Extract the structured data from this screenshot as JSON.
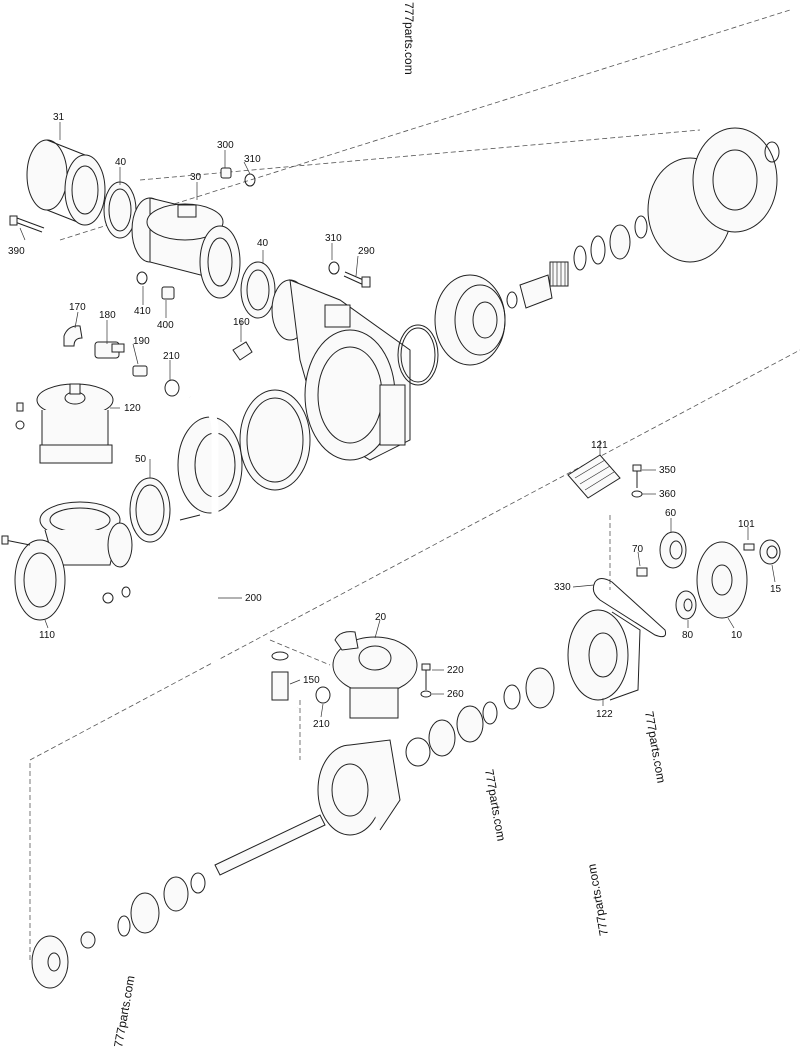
{
  "labels": {
    "p31": "31",
    "p40a": "40",
    "p30": "30",
    "p300": "300",
    "p310a": "310",
    "p390": "390",
    "p410": "410",
    "p400": "400",
    "p40b": "40",
    "p310b": "310",
    "p290": "290",
    "p170": "170",
    "p180": "180",
    "p190": "190",
    "p210a": "210",
    "p160": "160",
    "p120": "120",
    "p50": "50",
    "p110": "110",
    "p200": "200",
    "p121": "121",
    "p350": "350",
    "p360": "360",
    "p60": "60",
    "p101": "101",
    "p70": "70",
    "p330": "330",
    "p15": "15",
    "p80": "80",
    "p10": "10",
    "p20": "20",
    "p220": "220",
    "p150": "150",
    "p260": "260",
    "p210b": "210",
    "p122": "122"
  },
  "watermarks": [
    "777parts.com",
    "777parts.com",
    "777parts.com",
    "777parts.com",
    "777parts.com"
  ]
}
